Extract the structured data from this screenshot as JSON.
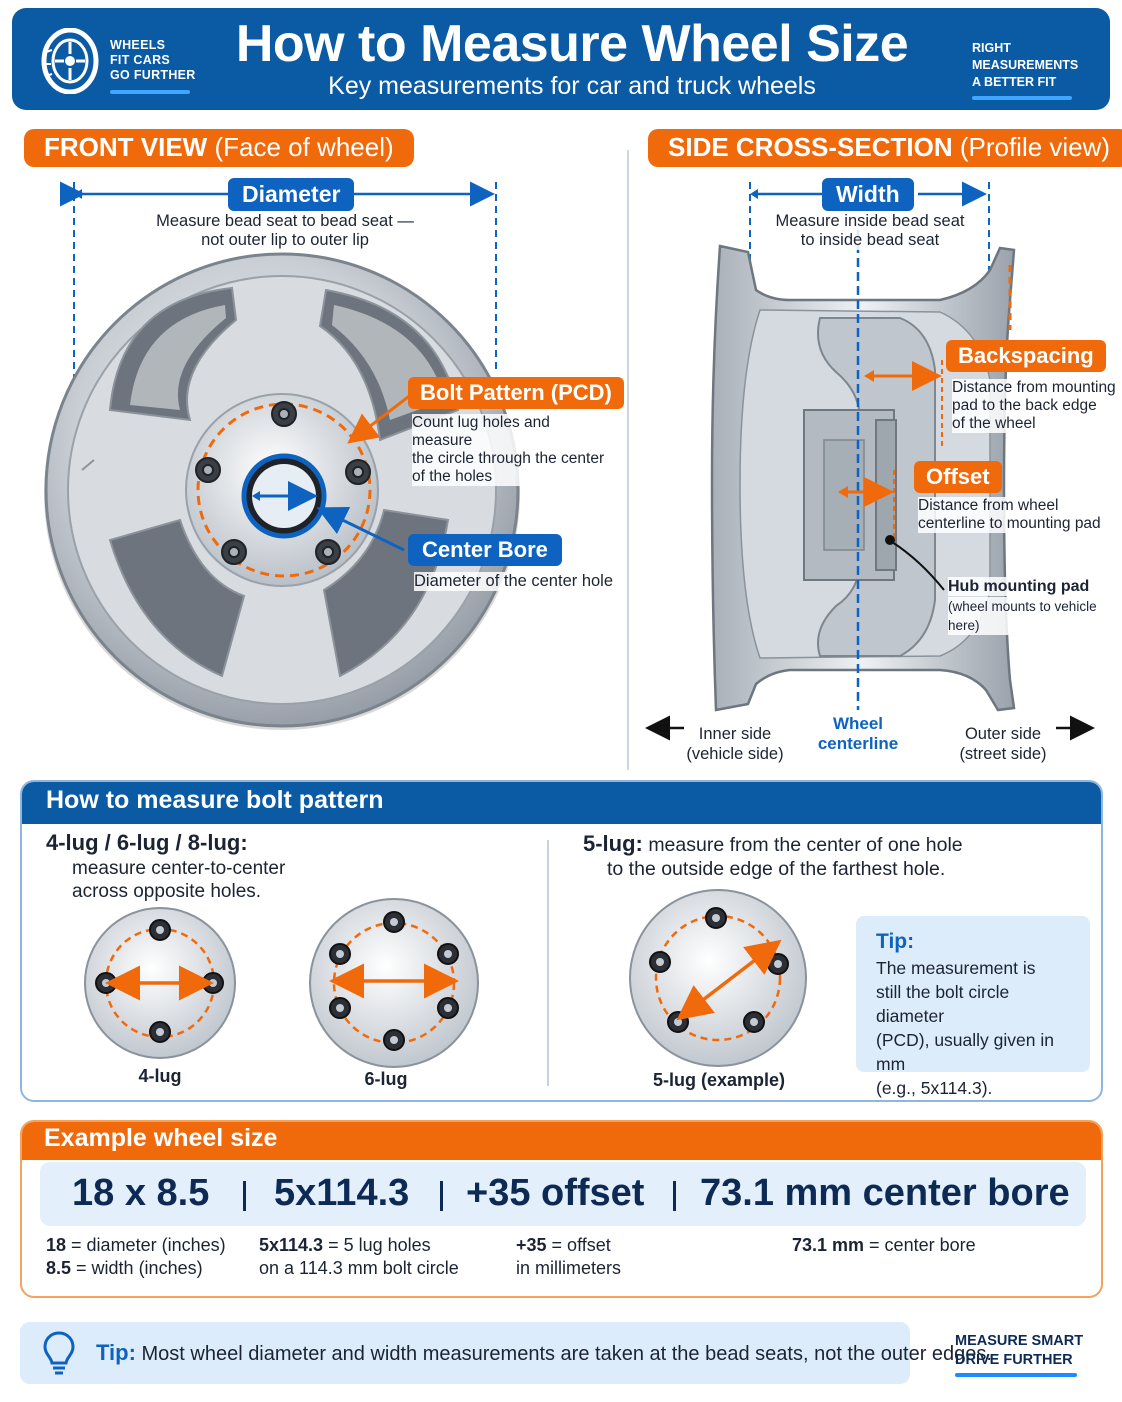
{
  "header": {
    "brand_lines": [
      "WHEELS",
      "FIT CARS",
      "GO FURTHER"
    ],
    "title": "How to Measure Wheel Size",
    "subtitle": "Key measurements for car and truck wheels",
    "right_lines": [
      "RIGHT",
      "MEASUREMENTS",
      "A BETTER FIT"
    ]
  },
  "front_view": {
    "pill_bold": "FRONT VIEW",
    "pill_rest": "(Face of wheel)",
    "diameter": {
      "label": "Diameter",
      "note_1": "Measure bead seat to bead seat —",
      "note_2": "not outer lip to outer lip"
    },
    "bolt_pattern": {
      "label": "Bolt Pattern (PCD)",
      "note_1": "Count lug holes and measure",
      "note_2": "the circle through the center",
      "note_3": "of the holes"
    },
    "center_bore": {
      "label": "Center Bore",
      "note": "Diameter of the center hole"
    }
  },
  "side_view": {
    "pill_bold": "SIDE CROSS-SECTION",
    "pill_rest": "(Profile view)",
    "width": {
      "label": "Width",
      "note_1": "Measure inside bead seat",
      "note_2": "to inside bead seat"
    },
    "backspacing": {
      "label": "Backspacing",
      "note_1": "Distance from mounting",
      "note_2": "pad to the back edge",
      "note_3": "of the wheel"
    },
    "offset": {
      "label": "Offset",
      "note_1": "Distance from wheel",
      "note_2": "centerline to mounting pad"
    },
    "hub_pad": {
      "label": "Hub mounting pad",
      "note": "(wheel mounts to vehicle here)"
    },
    "inner_side": [
      "Inner side",
      "(vehicle side)"
    ],
    "centerline": [
      "Wheel",
      "centerline"
    ],
    "outer_side": [
      "Outer side",
      "(street side)"
    ]
  },
  "bolt_section": {
    "title": "How to measure bolt pattern",
    "left_title": "4-lug / 6-lug / 8-lug:",
    "left_text_1": "measure center-to-center",
    "left_text_2": "across opposite holes.",
    "right_title_bold": "5-lug:",
    "right_text_1": "measure from the center of one hole",
    "right_text_2": "to the outside edge of the farthest hole.",
    "labels": [
      "4-lug",
      "6-lug",
      "5-lug (example)"
    ],
    "tip_title": "Tip:",
    "tip_lines": [
      "The measurement is",
      "still the bolt circle diameter",
      "(PCD), usually given in mm",
      "(e.g., 5x114.3)."
    ]
  },
  "example": {
    "title": "Example wheel size",
    "values": [
      "18 x 8.5",
      "5x114.3",
      "+35 offset",
      "73.1 mm center bore"
    ],
    "separator": "|",
    "desc": [
      {
        "b1": "18",
        "t1": " = diameter (inches)",
        "b2": "8.5",
        "t2": " = width (inches)"
      },
      {
        "b1": "5x114.3",
        "t1": " = 5 lug holes",
        "t2": "on a 114.3 mm bolt circle"
      },
      {
        "b1": "+35",
        "t1": " = offset",
        "t2": "in millimeters"
      },
      {
        "b1": "73.1 mm",
        "t1": " = center bore"
      }
    ]
  },
  "footer": {
    "tip_label": "Tip:",
    "tip_text": " Most wheel diameter and width measurements are taken at the bead seats, not the outer edges.",
    "brand_1": "MEASURE SMART",
    "brand_2": "DRIVE FURTHER"
  },
  "colors": {
    "navy": "#0a5aa4",
    "orange": "#f06a0c",
    "blue": "#0e63c0",
    "light_blue": "#dcecfa"
  }
}
